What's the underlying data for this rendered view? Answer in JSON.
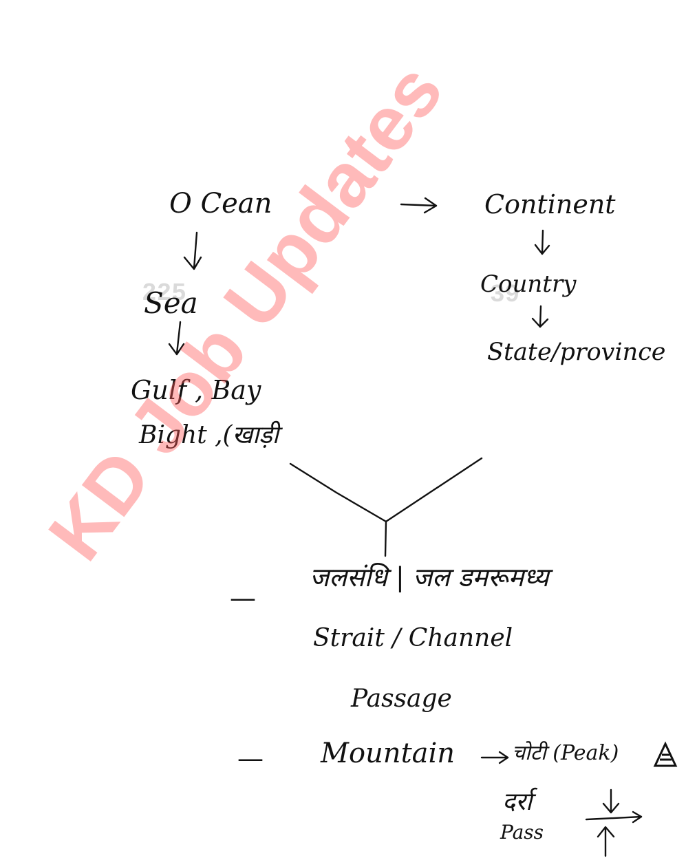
{
  "watermark": "KD Job Updates",
  "left_chain": {
    "ocean": "O Cean",
    "sea": "Sea",
    "gulf_bay": "Gulf , Bay",
    "bight": "Bight ,(खाड़ी"
  },
  "right_chain": {
    "continent": "Continent",
    "country": "Country",
    "state_province": "State/province"
  },
  "bottom": {
    "dash1": "—",
    "strait_hindi": "जलसंधि | जल डमरूमध्य",
    "strait_channel": "Strait / Channel",
    "passage": "Passage",
    "dash2": "—",
    "mountain": "Mountain",
    "peak": "चोटी (Peak)",
    "pass_hindi": "दर्रा",
    "pass": "Pass"
  },
  "faint_marks": [
    "225",
    "39"
  ],
  "colors": {
    "ink": "#111111",
    "watermark": "#ff5a5a"
  },
  "icons": {
    "peak": "mountain-peak-triangle-icon",
    "arrows": "hand-drawn-arrow-icon"
  }
}
